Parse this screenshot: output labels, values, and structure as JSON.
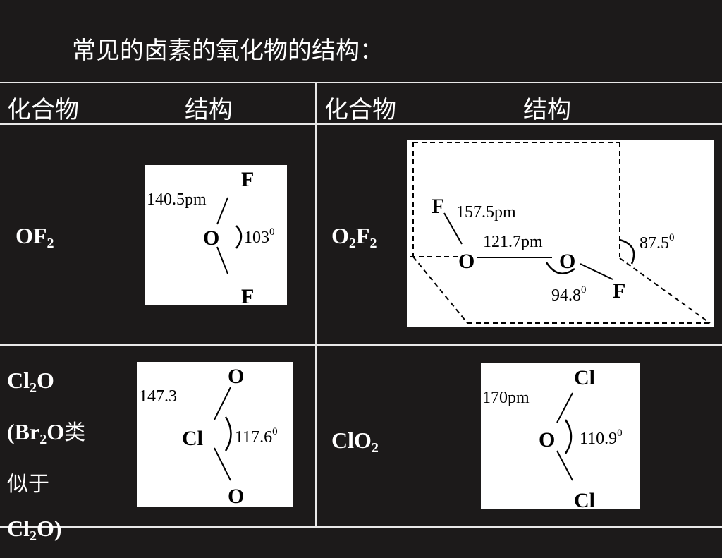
{
  "title": "常见的卤素的氧化物的结构：",
  "headers": {
    "left_compound": "化合物",
    "left_structure": "结构",
    "right_compound": "化合物",
    "right_structure": "结构"
  },
  "rows": [
    {
      "left": {
        "compound": {
          "base": "OF",
          "sub": "2"
        },
        "structure": {
          "top_atom": "F",
          "center_atom": "O",
          "bottom_atom": "F",
          "bond_length": "140.5pm",
          "angle_value": "103",
          "angle_sup": "0"
        }
      },
      "right": {
        "compound": {
          "part1": "O",
          "sub1": "2",
          "part2": "F",
          "sub2": "2"
        },
        "structure": {
          "atom_f1": "F",
          "atom_o1": "O",
          "atom_o2": "O",
          "atom_f2": "F",
          "bond_of": "157.5pm",
          "bond_oo": "121.7pm",
          "angle_oof": "94.8",
          "angle_oof_sup": "0",
          "dihedral": "87.5",
          "dihedral_sup": "0"
        }
      }
    },
    {
      "left": {
        "compound_lines": [
          {
            "a": "Cl",
            "sub": "2",
            "b": "O",
            "c": ""
          },
          {
            "a": "(Br",
            "sub": "2",
            "b": "O",
            "c": "类"
          },
          {
            "a": "",
            "sub": "",
            "b": "",
            "c": "似于"
          },
          {
            "a": "Cl",
            "sub": "2",
            "b": "O)",
            "c": ""
          }
        ],
        "structure": {
          "top_atom": "O",
          "center_atom": "Cl",
          "bottom_atom": "O",
          "bond_length": "147.3",
          "angle_value": "117.6",
          "angle_sup": "0"
        }
      },
      "right": {
        "compound": {
          "base": "ClO",
          "sub": "2"
        },
        "structure": {
          "top_atom": "Cl",
          "center_atom": "O",
          "bottom_atom": "Cl",
          "bond_length": "170pm",
          "angle_value": "110.9",
          "angle_sup": "0"
        }
      }
    }
  ]
}
